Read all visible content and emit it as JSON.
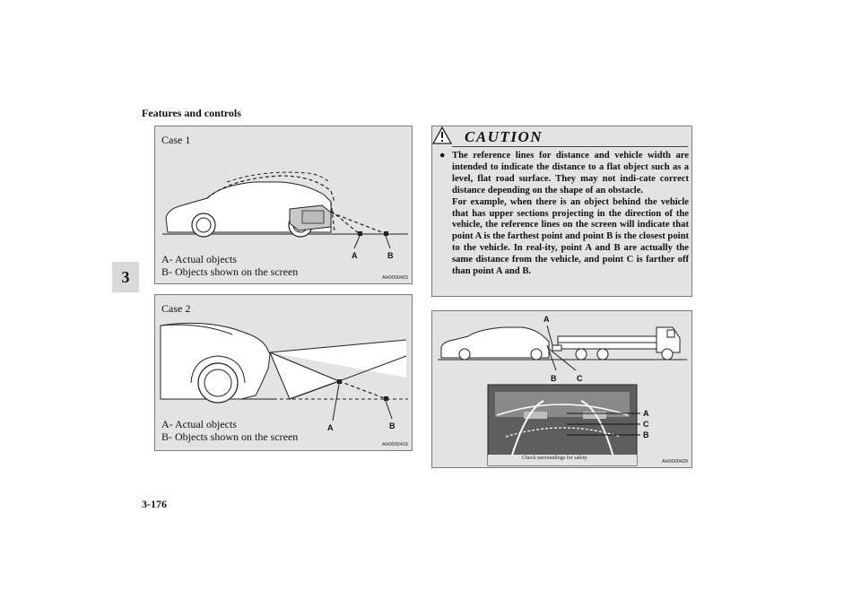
{
  "header": {
    "section_title": "Features and controls"
  },
  "chapter_tab": "3",
  "page_number": "3-176",
  "case1": {
    "title": "Case 1",
    "legend_a": "A- Actual objects",
    "legend_b": "B- Objects shown on the screen",
    "point_a": "A",
    "point_b": "B",
    "code": "AH0000403"
  },
  "case2": {
    "title": "Case 2",
    "legend_a": "A- Actual objects",
    "legend_b": "B- Objects shown on the screen",
    "point_a": "A",
    "point_b": "B",
    "code": "AH0000416"
  },
  "caution": {
    "title": "CAUTION",
    "bullet": "●",
    "text1": "The reference lines for distance and vehicle width are intended to indicate the distance to a flat object such as a level, flat road surface. They may not indi-cate correct distance depending on the shape of an obstacle.",
    "text2": "For example, when there is an object behind the vehicle that has upper sections projecting in the direction of the vehicle, the reference lines on the screen will indicate that point A is the farthest point and point B is the closest point to the vehicle. In real-ity, point A and B are actually the same distance from the vehicle, and point C is farther off than point A and B."
  },
  "truck_figure": {
    "label_a": "A",
    "label_b": "B",
    "label_c": "C",
    "screen_a": "A",
    "screen_c": "C",
    "screen_b": "B",
    "screen_message": "Check surroundings for safety.",
    "code": "AH0000429"
  }
}
